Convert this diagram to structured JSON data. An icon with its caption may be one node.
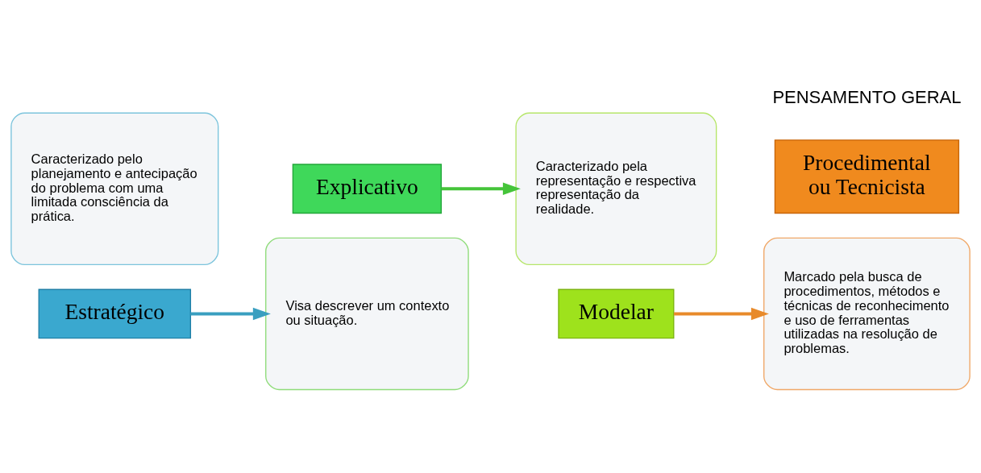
{
  "diagram": {
    "title": "PENSAMENTO GERAL",
    "nodes": [
      {
        "text": [
          "Caracterizado pelo planejamento e antecipação do problema com uma limitada consciência da prática."
        ]
      },
      {
        "text": [
          "Estratégico"
        ]
      },
      {
        "text": [
          "Visa descrever um contexto ou situação."
        ]
      },
      {
        "text": [
          "Explicativo"
        ]
      },
      {
        "text": [
          "Caracterizado pela representação e respectiva representação da realidade."
        ]
      },
      {
        "text": [
          "Modelar"
        ]
      },
      {
        "text": [
          "Marcado pela busca de procedimentos, métodos e técnicas de reconhecimento e uso de ferramentas utilizadas na resolução de problemas."
        ]
      },
      {
        "text": [
          "Procedimental ou Tecnicista"
        ]
      }
    ],
    "edges": [
      {
        "from": 1,
        "to": 2,
        "arrow": "to",
        "color": "#3a9fc0"
      },
      {
        "from": 3,
        "to": 4,
        "arrow": "to",
        "color": "#45c43a"
      },
      {
        "from": 5,
        "to": 6,
        "arrow": "to",
        "color": "#e88a2a"
      }
    ]
  }
}
